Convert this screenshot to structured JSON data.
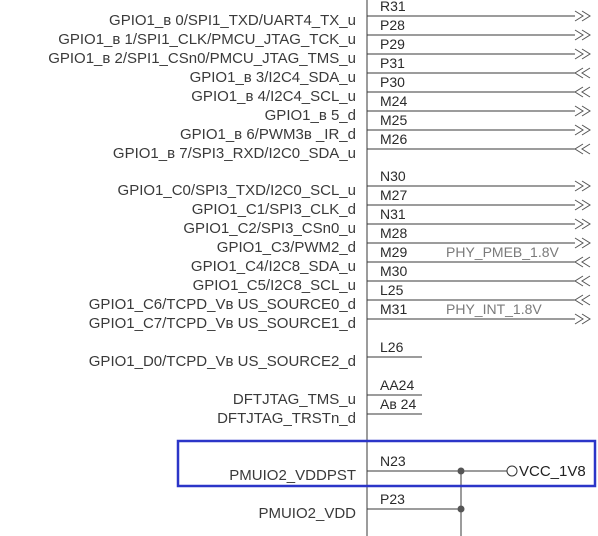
{
  "signals": [
    {
      "name": "GPIO1_ʙ 0/SPI1_TXD/UART4_TX_u",
      "pin": "P28",
      "net": ""
    },
    {
      "name": "GPIO1_ʙ 1/SPI1_CLK/PMCU_JTAG_TCK_u",
      "pin": "P29",
      "net": ""
    },
    {
      "name": "GPIO1_ʙ 2/SPI1_CSn0/PMCU_JTAG_TMS_u",
      "pin": "P31",
      "net": ""
    },
    {
      "name": "GPIO1_ʙ 3/I2C4_SDA_u",
      "pin": "P30",
      "net": ""
    },
    {
      "name": "GPIO1_ʙ 4/I2C4_SCL_u",
      "pin": "M24",
      "net": ""
    },
    {
      "name": "GPIO1_ʙ 5_d",
      "pin": "M25",
      "net": ""
    },
    {
      "name": "GPIO1_ʙ 6/PWM3ʙ _IR_d",
      "pin": "M26",
      "net": ""
    },
    {
      "name": "GPIO1_ʙ 7/SPI3_RXD/I2C0_SDA_u",
      "pin": "",
      "net": ""
    },
    {
      "name": "GPIO1_C0/SPI3_TXD/I2C0_SCL_u",
      "pin": "M27",
      "net": ""
    },
    {
      "name": "GPIO1_C1/SPI3_CLK_d",
      "pin": "N31",
      "net": ""
    },
    {
      "name": "GPIO1_C2/SPI3_CSn0_u",
      "pin": "M28",
      "net": ""
    },
    {
      "name": "GPIO1_C3/PWM2_d",
      "pin": "M29",
      "net": "PHY_PMEB_1.8V"
    },
    {
      "name": "GPIO1_C4/I2C8_SDA_u",
      "pin": "M30",
      "net": ""
    },
    {
      "name": "GPIO1_C5/I2C8_SCL_u",
      "pin": "L25",
      "net": ""
    },
    {
      "name": "GPIO1_C6/TCPD_Vʙ US_SOURCE0_d",
      "pin": "M31",
      "net": "PHY_INT_1.8V"
    },
    {
      "name": "GPIO1_C7/TCPD_Vʙ US_SOURCE1_d",
      "pin": "",
      "net": ""
    },
    {
      "name": "GPIO1_D0/TCPD_Vʙ US_SOURCE2_d",
      "pin": "L26",
      "net": ""
    },
    {
      "name": "DFTJTAG_TMS_u",
      "pin": "AA24",
      "net": ""
    },
    {
      "name": "DFTJTAG_TRSTn_d",
      "pin": "Aʙ 24",
      "net": ""
    },
    {
      "name": "PMUIO2_VDDPST",
      "pin": "N23",
      "net": ""
    },
    {
      "name": "PMUIO2_VDD",
      "pin": "P23",
      "net": ""
    }
  ],
  "extra_pins": [
    "R31",
    "N30"
  ],
  "power_net": "VCC_1V8",
  "highlight_color": "#2b35c8"
}
